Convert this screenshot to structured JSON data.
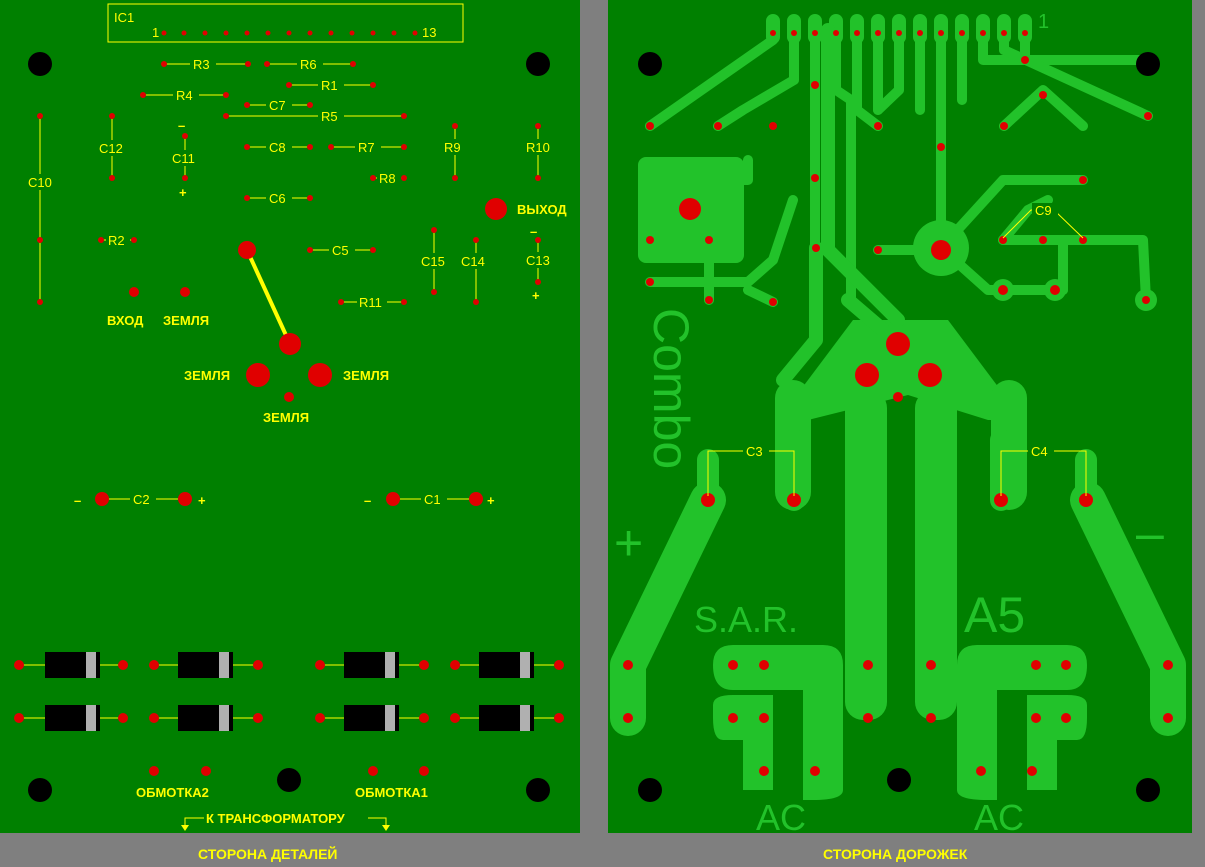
{
  "boards": {
    "component_side": {
      "caption": "СТОРОНА ДЕТАЛЕЙ",
      "ic": {
        "name": "IC1",
        "pin_first": "1",
        "pin_last": "13"
      },
      "components": {
        "r1": "R1",
        "r2": "R2",
        "r3": "R3",
        "r4": "R4",
        "r5": "R5",
        "r6": "R6",
        "r7": "R7",
        "r8": "R8",
        "r9": "R9",
        "r10": "R10",
        "r11": "R11",
        "c1": "C1",
        "c2": "C2",
        "c5": "C5",
        "c6": "C6",
        "c7": "C7",
        "c8": "C8",
        "c10": "C10",
        "c11": "C11",
        "c12": "C12",
        "c13": "C13",
        "c14": "C14",
        "c15": "C15"
      },
      "labels": {
        "input": "ВХОД",
        "output": "ВЫХОД",
        "ground": "ЗЕМЛЯ",
        "winding1": "ОБМОТКА1",
        "winding2": "ОБМОТКА2",
        "to_transformer": "К ТРАНСФОРМАТОРУ",
        "minus": "–",
        "plus": "+"
      },
      "colors": {
        "board": "#008000",
        "silkscreen": "#ffff00",
        "pad": "#e00000"
      }
    },
    "track_side": {
      "caption": "СТОРОНА ДОРОЖЕК",
      "labels": {
        "pin1": "1",
        "c3": "C3",
        "c4": "C4",
        "c9": "C9",
        "combo": "Combo",
        "sar": "S.A.R.",
        "a5": "A5",
        "ac_left": "AC",
        "ac_right": "AC",
        "plus": "+",
        "minus": "–"
      },
      "colors": {
        "board": "#008000",
        "copper": "#22c22a",
        "pad": "#e00000"
      }
    }
  }
}
